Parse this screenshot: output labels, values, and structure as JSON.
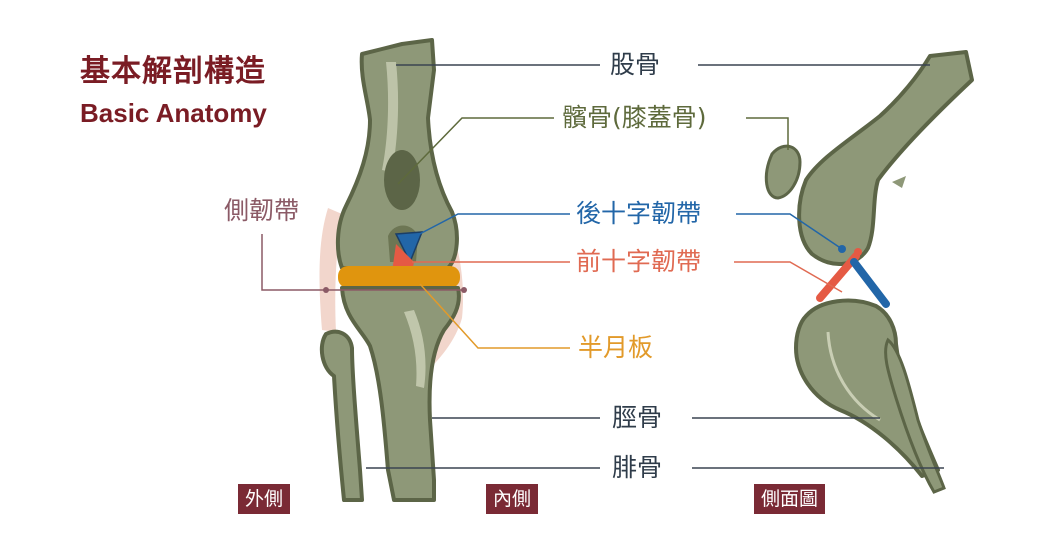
{
  "title": {
    "zh": "基本解剖構造",
    "en": "Basic Anatomy"
  },
  "labels": {
    "femur": "股骨",
    "patella": "髕骨(膝蓋骨)",
    "pcl": "後十字韌帶",
    "acl": "前十字韌帶",
    "collateral": "側韌帶",
    "meniscus": "半月板",
    "tibia": "脛骨",
    "fibula": "腓骨"
  },
  "views": {
    "lateral": "外側",
    "medial": "內側",
    "side": "側面圖"
  },
  "colors": {
    "bone": "#8e9878",
    "bone_outline": "#5c6547",
    "bone_highlight": "#c9ceb4",
    "ligament_soft": "#f2d6cc",
    "meniscus": "#e0950e",
    "pcl": "#2266a8",
    "acl": "#e55a44",
    "title": "#7a1c24",
    "tag_bg": "#7a2a35",
    "leader_navy": "#3a4450"
  }
}
